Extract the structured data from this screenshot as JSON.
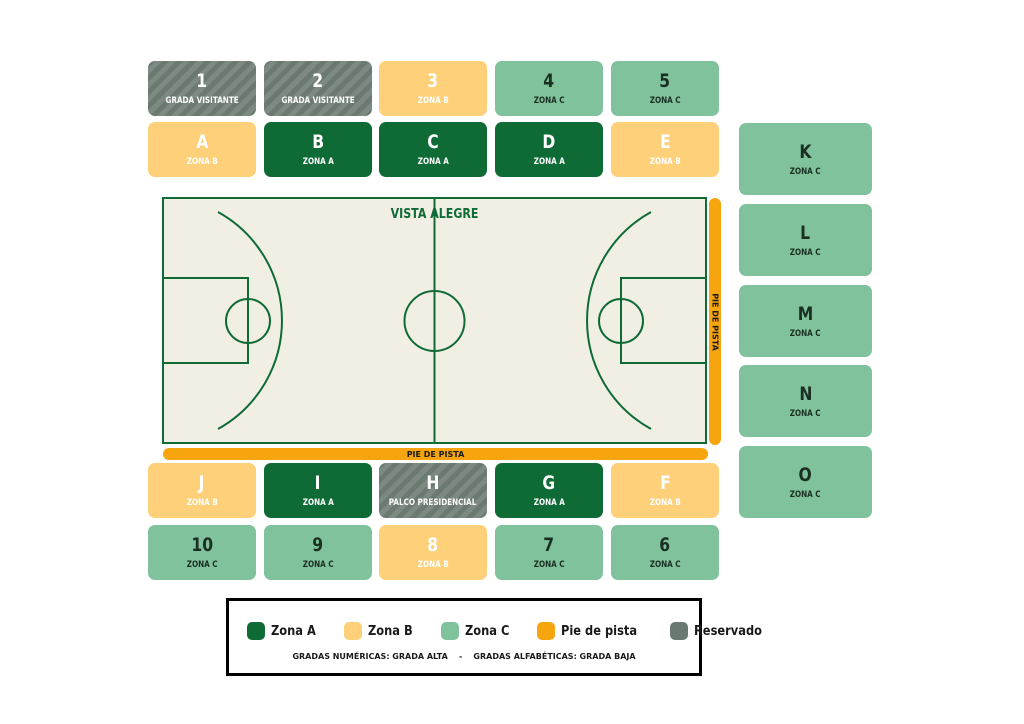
{
  "venue": {
    "title": "VISTA ALEGRE"
  },
  "colors": {
    "zona_a": "#0f6b36",
    "zona_b": "#fdd079",
    "zona_c": "#7fc29b",
    "pie_de_pista": "#f6a50f",
    "reservado": "#6b7a70",
    "court": "#f1efe4",
    "court_lines": "#0f6b36"
  },
  "sections": {
    "s1": {
      "code": "1",
      "zone": "GRADA VISITANTE"
    },
    "s2": {
      "code": "2",
      "zone": "GRADA VISITANTE"
    },
    "s3": {
      "code": "3",
      "zone": "ZONA B"
    },
    "s4": {
      "code": "4",
      "zone": "ZONA C"
    },
    "s5": {
      "code": "5",
      "zone": "ZONA C"
    },
    "sA": {
      "code": "A",
      "zone": "ZONA B"
    },
    "sB": {
      "code": "B",
      "zone": "ZONA A"
    },
    "sC": {
      "code": "C",
      "zone": "ZONA A"
    },
    "sD": {
      "code": "D",
      "zone": "ZONA A"
    },
    "sE": {
      "code": "E",
      "zone": "ZONA B"
    },
    "sK": {
      "code": "K",
      "zone": "ZONA C"
    },
    "sL": {
      "code": "L",
      "zone": "ZONA C"
    },
    "sM": {
      "code": "M",
      "zone": "ZONA C"
    },
    "sN": {
      "code": "N",
      "zone": "ZONA C"
    },
    "sO": {
      "code": "O",
      "zone": "ZONA C"
    },
    "sJ": {
      "code": "J",
      "zone": "ZONA B"
    },
    "sI": {
      "code": "I",
      "zone": "ZONA A"
    },
    "sH": {
      "code": "H",
      "zone": "PALCO PRESIDENCIAL"
    },
    "sG": {
      "code": "G",
      "zone": "ZONA A"
    },
    "sF": {
      "code": "F",
      "zone": "ZONA B"
    },
    "s10": {
      "code": "10",
      "zone": "ZONA C"
    },
    "s9": {
      "code": "9",
      "zone": "ZONA C"
    },
    "s8": {
      "code": "8",
      "zone": "ZONA B"
    },
    "s7": {
      "code": "7",
      "zone": "ZONA C"
    },
    "s6": {
      "code": "6",
      "zone": "ZONA C"
    }
  },
  "pie_de_pista": {
    "bottom_label": "PIE DE PISTA",
    "right_label": "PIE DE PISTA"
  },
  "legend": {
    "items": [
      {
        "label": "Zona A",
        "icon": "zona-a-swatch"
      },
      {
        "label": "Zona B",
        "icon": "zona-b-swatch"
      },
      {
        "label": "Zona C",
        "icon": "zona-c-swatch"
      },
      {
        "label": "Pie de pista",
        "icon": "pie-de-pista-swatch"
      },
      {
        "label": "Reservado",
        "icon": "reservado-swatch"
      }
    ],
    "note": "GRADAS NUMÉRICAS: GRADA ALTA    -    GRADAS ALFABÉTICAS: GRADA BAJA"
  }
}
